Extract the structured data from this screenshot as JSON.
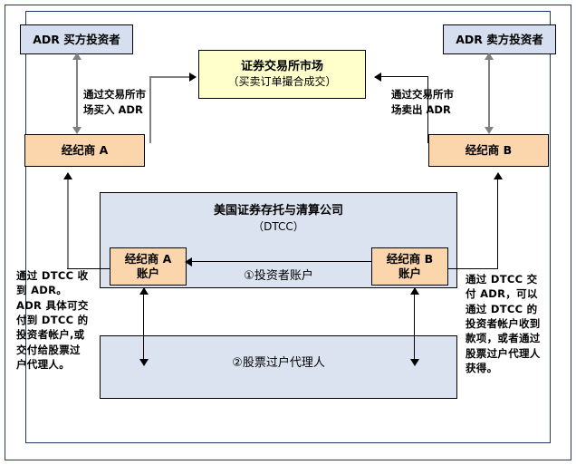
{
  "diagram": {
    "nodes": {
      "adr_buyer": {
        "label": "ADR 买方投资者"
      },
      "adr_seller": {
        "label": "ADR 卖方投资者"
      },
      "exchange": {
        "title": "证券交易所市场",
        "subtitle": "（买卖订单撮合成交）"
      },
      "broker_a": {
        "label": "经纪商 A"
      },
      "broker_b": {
        "label": "经纪商 B"
      },
      "dtcc": {
        "title": "美国证券存托与清算公司",
        "subtitle": "（DTCC）"
      },
      "broker_a_account": {
        "line1": "经纪商 A",
        "line2": "账户"
      },
      "broker_b_account": {
        "line1": "经纪商 B",
        "line2": "账户"
      },
      "investor_account_row": {
        "label": "①投资者账户"
      },
      "transfer_agent_row": {
        "label": "②股票过户代理人"
      }
    },
    "labels": {
      "buy_flow": "通过交易所市场买入 ADR",
      "sell_flow": "通过交易所市场卖出 ADR",
      "note_left": "通过 DTCC 收到 ADR。ADR 具体可交付到 DTCC 的投资者帐户,或交付给股票过户代理人。",
      "note_right": "通过 DTCC 交付 ADR，可以通过 DTCC 的投资者帐户收到款项，或者通过股票过户代理人获得。"
    },
    "colors": {
      "investor_box": "#d6dfef",
      "broker_box": "#fbd5ab",
      "exchange_box": "#ffffcc",
      "dtcc_box": "#dce3f0",
      "frame_border": "#1f3864",
      "connector": "#000000",
      "connector_gray": "#808080"
    }
  }
}
